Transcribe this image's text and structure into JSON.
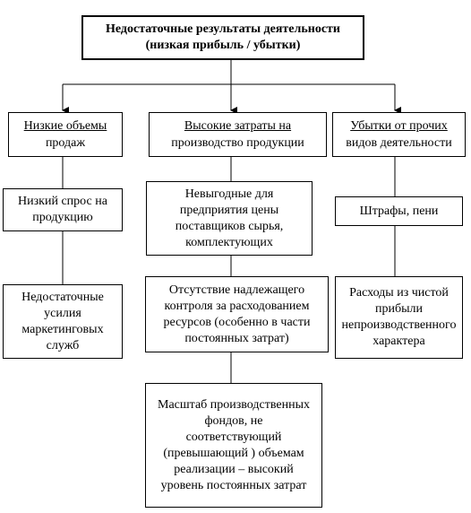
{
  "root": {
    "line1": "Недостаточные результаты деятельности",
    "line2": "(низкая прибыль / убытки)"
  },
  "categories": [
    {
      "title": "Низкие объемы",
      "rest": "продаж"
    },
    {
      "title": "Высокие затраты на",
      "rest": "производство продукции"
    },
    {
      "title": "Убытки от прочих",
      "rest": "видов деятельности"
    }
  ],
  "causes": {
    "low_demand": "Низкий спрос на\nпродукцию",
    "weak_marketing": "Недостаточные\nусилия\nмаркетинговых\nслужб",
    "supplier_prices": "Невыгодные для\nпредприятия цены\nпоставщиков сырья,\nкомплектующих",
    "cost_control": "Отсутствие надлежащего\nконтроля за расходованием\nресурсов (особенно в части\nпостоянных затрат)",
    "scale": "Масштаб производственных\nфондов, не\nсоответствующий\n(превышающий ) объемам\nреализации – высокий\nуровень постоянных затрат",
    "fines": "Штрафы, пени",
    "net_profit": "Расходы из чистой\nприбыли\nнепроизводственного\nхарактера"
  }
}
